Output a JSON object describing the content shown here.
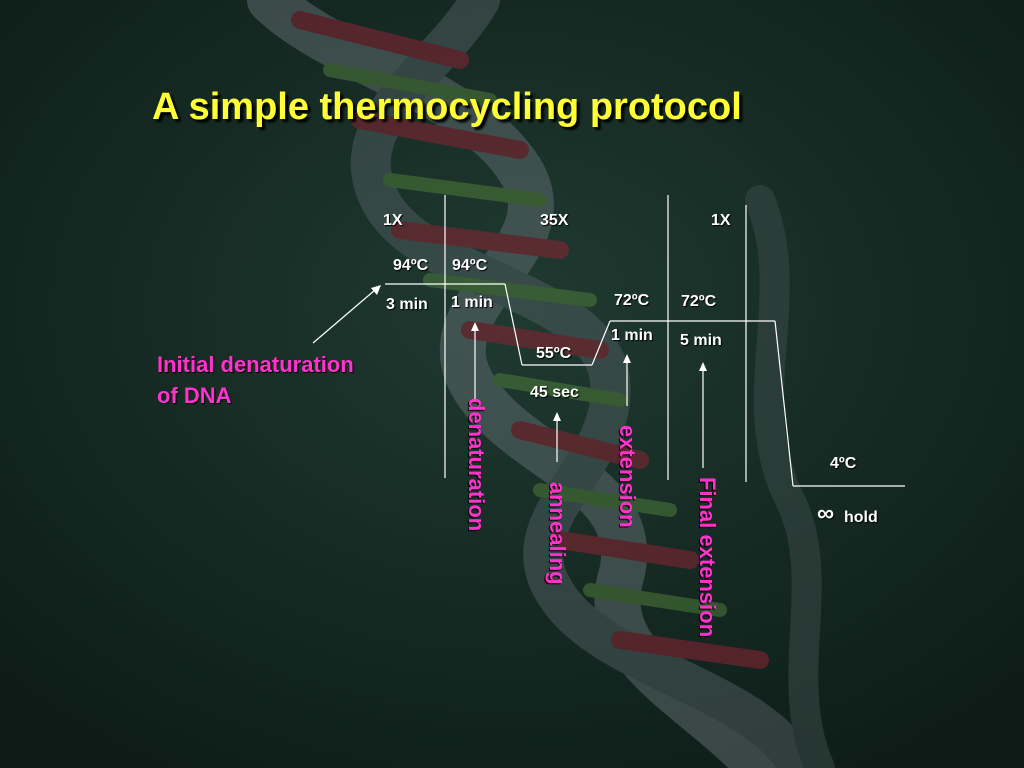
{
  "title": "A simple thermocycling protocol",
  "cycles": {
    "initial": "1X",
    "main": "35X",
    "final": "1X"
  },
  "steps": {
    "initial_denaturation": {
      "temp": "94ºC",
      "time": "3 min",
      "label_line1": "Initial denaturation",
      "label_line2": "of DNA"
    },
    "denaturation": {
      "temp": "94ºC",
      "time": "1 min",
      "label": "denaturation"
    },
    "annealing": {
      "temp": "55ºC",
      "time": "45 sec",
      "label": "annealing"
    },
    "extension": {
      "temp": "72ºC",
      "time": "1 min",
      "label": "extension"
    },
    "final_extension": {
      "temp": "72ºC",
      "time": "5 min",
      "label": "Final extension"
    },
    "hold": {
      "temp": "4ºC",
      "symbol": "∞",
      "label": "hold"
    }
  },
  "colors": {
    "title": "#ffff33",
    "step_labels": "#ff33cc",
    "text": "#ffffff",
    "lines": "#ffffff"
  }
}
